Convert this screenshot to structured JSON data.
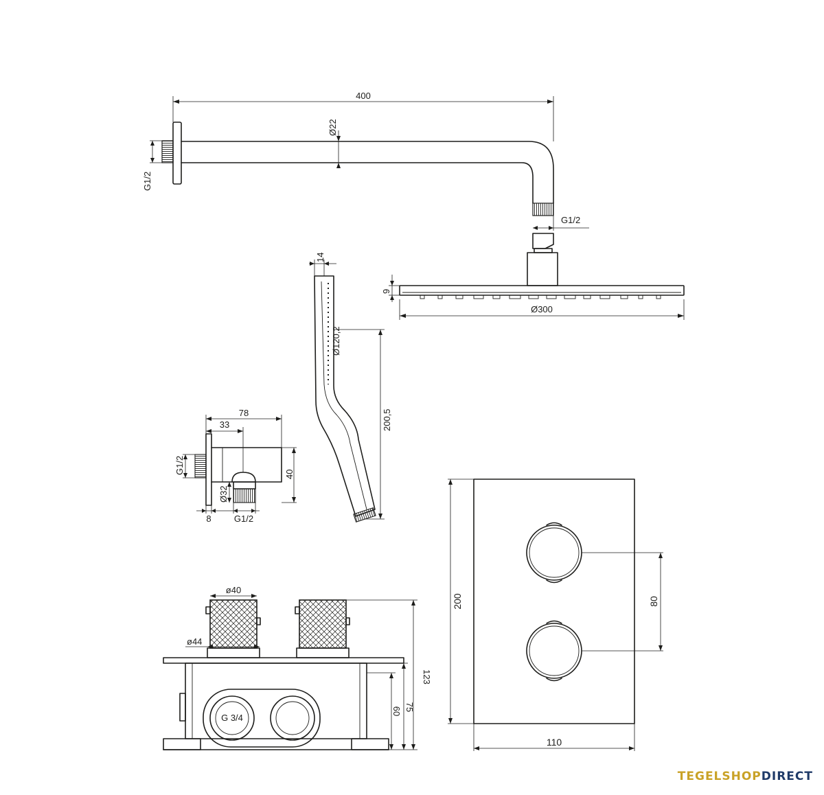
{
  "shower_arm": {
    "length": "400",
    "diameter": "Ø22",
    "wall_thread": "G1/2",
    "outlet_thread": "G1/2"
  },
  "rain_head": {
    "diameter": "Ø300",
    "thickness": "9"
  },
  "hand_shower": {
    "head_diameter": "Ø120,2",
    "length": "200,5",
    "thickness": "14"
  },
  "wall_outlet": {
    "depth": "78",
    "center": "33",
    "height": "40",
    "diameter": "Ø32",
    "flange": "8",
    "in_thread": "G1/2",
    "out_thread": "G1/2"
  },
  "valve_body": {
    "knob_diameter": "ø40",
    "rosette_diameter": "ø44",
    "total_depth": "123",
    "box_depth": "75",
    "inner_depth": "60",
    "connection": "G 3/4"
  },
  "cover_plate": {
    "height": "200",
    "width": "110",
    "knob_spacing": "80"
  },
  "brand": {
    "part1": "TEGELSHOP",
    "part2": "DIRECT",
    "color1": "#c9a227",
    "color2": "#1f3a68"
  }
}
